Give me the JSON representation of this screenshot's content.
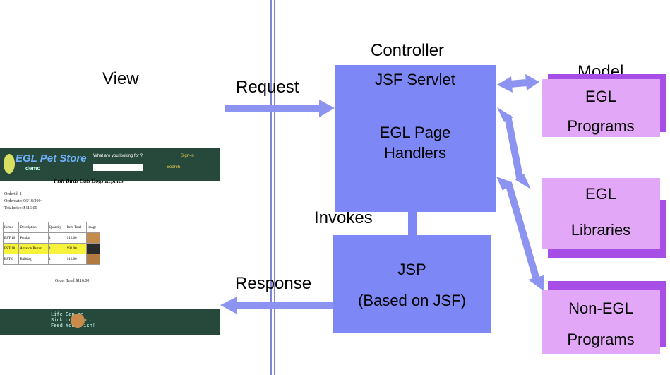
{
  "labels": {
    "view": "View",
    "controller": "Controller",
    "model": "Model",
    "request": "Request",
    "response": "Response",
    "invokes": "Invokes"
  },
  "controller_box": {
    "line1": "JSF Servlet",
    "line2": "EGL Page",
    "line3": "Handlers"
  },
  "jsp_box": {
    "line1": "JSP",
    "line2": "(Based on JSF)"
  },
  "model_boxes": [
    {
      "line1": "EGL",
      "line2": "Programs"
    },
    {
      "line1": "EGL",
      "line2": "Libraries"
    },
    {
      "line1": "Non-EGL",
      "line2": "Programs"
    }
  ],
  "store_screenshot": {
    "logo": "EGL Pet Store",
    "demo": "demo",
    "search_prompt": "What are you looking for ?",
    "sign_in": "Sign-in",
    "search": "Search",
    "categories": "Fish Birds Cats Dogs Reptiles",
    "order_info": [
      {
        "label": "Orderid:",
        "value": "1"
      },
      {
        "label": "Orderdate:",
        "value": "06/18/2004"
      },
      {
        "label": "Totalprice:",
        "value": "$116.00"
      }
    ],
    "table_headers": [
      "Itemid",
      "Description",
      "Quantity",
      "Item Total",
      "Image"
    ],
    "table_rows": [
      [
        "EST-16",
        "Persian",
        "1",
        "$12.00",
        ""
      ],
      [
        "EST-18",
        "Amazon Parrot",
        "1",
        "$92.00",
        ""
      ],
      [
        "EST-6",
        "Bulldog",
        "1",
        "$12.00",
        ""
      ]
    ],
    "order_total": "Order Total $116.00",
    "footer": "Life Can be\nSink or Swim...\nFeed Your Fish!"
  },
  "colors": {
    "box_blue": "#7d87f5",
    "model_fill": "#e2a7f6",
    "model_shadow": "#a64ee6",
    "arrow": "#8c93f0",
    "divider": "#7e86d8"
  }
}
